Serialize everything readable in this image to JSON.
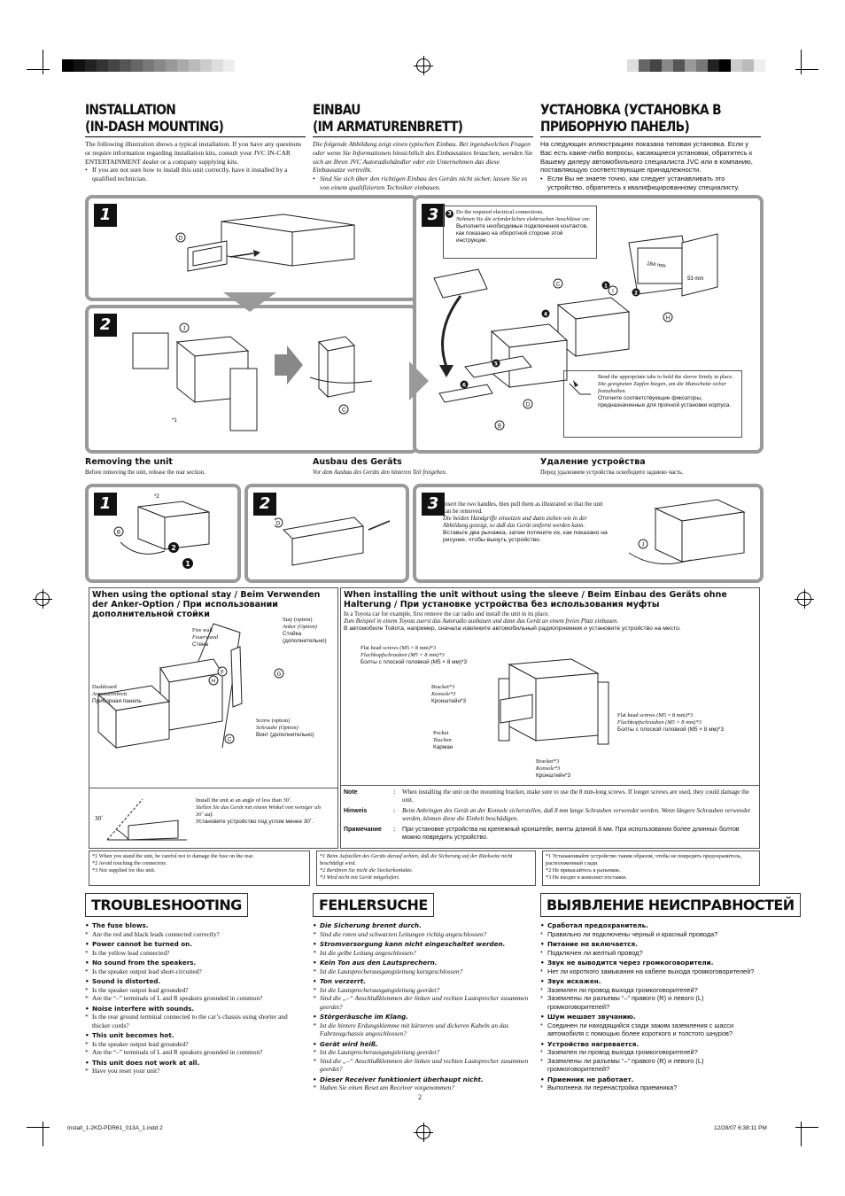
{
  "headings": {
    "en": "INSTALLATION\n(IN-DASH MOUNTING)",
    "de": "EINBAU\n(IM ARMATURENBRETT)",
    "ru": "УСТАНОВКА (УСТАНОВКА В\nПРИБОРНУЮ ПАНЕЛЬ)"
  },
  "intro": {
    "en": "The following illustration shows a typical installation. If you have any questions or require information regarding installation kits, consult your JVC IN-CAR ENTERTAINMENT dealer or a company supplying kits.",
    "en_b": "If you are not sure how to install this unit correctly, have it installed by a qualified technician.",
    "de": "Die folgende Abbildung zeigt einen typischen Einbau. Bei irgendwelchen Fragen oder wenn Sie Informationen hinsichtlich des Einbausatzes brauchen, wenden Sie sich an Ihren JVC Autoradiohändler oder ein Unternehmen das diese Einbausatze vertreibt.",
    "de_b": "Sind Sie sich über den richtigen Einbau des Geräts nicht sicher, lassen Sie es von einem qualifizierten Techniker einbauen.",
    "ru": "На следующих иллюстрациях показана типовая установка. Если у Вас есть какие-либо вопросы, касающиеся установки, обратитесь к Вашему дилеру автомобильного специалиста JVC или в компанию, поставляющую соответствующие принадлежности.",
    "ru_b": "Если Вы не знаете точно, как следует устанавливать это устройство, обратитесь к квалифицированному специалисту."
  },
  "steps": {
    "s1": "1",
    "s2": "2",
    "s3": "3"
  },
  "step3_text": {
    "en": "Do the required electrical connections.",
    "de": "Nehmen Sie die erforderlichen elektrischen Anschlüsse vor.",
    "ru": "Выполните необходимые подключения контактов, как показано на оборотной стороне этой инструкции."
  },
  "tabs_text": {
    "en": "Bend the appropriate tabs to hold the sleeve firmly in place.",
    "de": "Die geeigneten Zapfen biegen, um die Manschette sicher festzuhalten.",
    "ru": "Отогните соответствующие фиксаторы, предназначенные для прочной установки корпуса."
  },
  "dims": {
    "a": "184 mm",
    "b": "53 mm"
  },
  "labels": {
    "d": "D",
    "j": "J",
    "c": "C",
    "i": "I",
    "h": "H",
    "b": "B",
    "f": "F",
    "g": "G",
    "n1": "1",
    "n2": "2",
    "n4": "4",
    "n5": "5",
    "n6": "6",
    "st1": "*1",
    "st2": "*2"
  },
  "removing": {
    "en_h": "Removing the unit",
    "en": "Before removing the unit, release the rear section.",
    "de_h": "Ausbau des Geräts",
    "de": "Vor dem Ausbau des Geräts den hinteren Teil freigeben.",
    "ru_h": "Удаление устройства",
    "ru": "Перед удалением устройства освободите заднюю часть."
  },
  "remove3": {
    "en": "Insert the two handles, then pull them as illustrated so that the unit can be removed.",
    "de": "Die beiden Handgriffe einsetzen und dann ziehen wie in der Abbildung gezeigt, so daß das Gerät entfernt werden kann.",
    "ru": "Вставьте два рычажка, затем потяните их, как показано на рисунке, чтобы вынуть устройство."
  },
  "stay": {
    "title": "When using the optional stay / Beim Verwenden der Anker-Option / При использовании дополнительной стойки",
    "fire_en": "Fire wall",
    "fire_de": "Feuerwand",
    "fire_ru": "Стена",
    "stay_en": "Stay (option)",
    "stay_de": "Anker (Option)",
    "stay_ru": "Стойка (дополнительно)",
    "dash_en": "Dashboard",
    "dash_de": "Armaturenbrett",
    "dash_ru": "Приборная панель",
    "screw_en": "Screw (option)",
    "screw_de": "Schraube (Option)",
    "screw_ru": "Винт (дополнительно)",
    "angle_en": "Install the unit at an angle of less than 30˚.",
    "angle_de": "Stellen Sie das Gerät mit einem Winkel von weniger als 30˚ auf.",
    "angle_ru": "Установите устройство под углом менее 30˚.",
    "angle": "30˚"
  },
  "nosleeve": {
    "title": "When installing the unit without using the sleeve / Beim Einbau des Geräts ohne Halterung / При установке устройства без использования муфты",
    "en": "In a Toyota car for example, first remove the car radio and install the unit in its place.",
    "de": "Zum Beispiel in einem Toyota zuerst das Autoradio ausbauen und dann das Gerät an einem freien Platz einbauen.",
    "ru": "В автомобиле Тойота, например, сначала извлеките автомобильный радиоприемник и установите устройство на место.",
    "flat1_en": "Flat head screws (M5 × 8 mm)*3",
    "flat1_de": "Flachkopfschrauben (M5 × 8 mm)*3",
    "flat1_ru": "Болты с плоской головкой (M5 × 8 мм)*3",
    "br1_en": "Bracket*3",
    "br1_de": "Konsole*3",
    "br1_ru": "Кронштейн*3",
    "pocket_en": "Pocket",
    "pocket_de": "Taschen",
    "pocket_ru": "Карман",
    "br2_en": "Bracket*3",
    "br2_de": "Konsole*3",
    "br2_ru": "Кронштейн*3",
    "flat2_en": "Flat head screws (M5 × 8 mm)*3",
    "flat2_de": "Flachkopfschrauben (M5 × 8 mm)*3",
    "flat2_ru": "Болты с плоской головкой (M5 × 8 мм)*3"
  },
  "notes": {
    "note_l": "Note",
    "note": "When installing the unit on the mounting bracket, make sure to use the 8 mm-long screws. If longer screws are used, they could damage the unit.",
    "hin_l": "Hinweis",
    "hin": "Beim Anbringen des Gerät an der Konsole sicherstellen, daß 8 mm lange Schrauben verwendet werden. Wenn längere Schrauben verwendet werden, können diese die Einheit beschädigen.",
    "pri_l": "Примечание",
    "pri": "При установке устройства на крепежный кронштейн, винты длиной 8 мм. При использовании более длинных болтов можно повредить устройство.",
    "colon": ":"
  },
  "footnotes": {
    "en": [
      "*1  When you stand the unit, be careful not to damage the fuse on the rear.",
      "*2  Avoid touching the connectors.",
      "*3  Not supplied for this unit."
    ],
    "de": [
      "*1  Beim Aufstellen des Geräts darauf achten, daß die Sicherung auf der Rückseite nicht beschädigt wird.",
      "*2  Berühren Sie nicht die Steckerkontakte.",
      "*3  Wird nicht mit Gerät mitgeliefert."
    ],
    "ru": [
      "*1  Устанавливайте устройство таким образом, чтобы не повредить предохранитель, расположенный сзади.",
      "*2  Не прикасайтесь к разъемам.",
      "*3  Не входит в комплект поставки."
    ]
  },
  "trouble": {
    "en_h": "TROUBLESHOOTING",
    "de_h": "FEHLERSUCHE",
    "ru_h": "ВЫЯВЛЕНИЕ НЕИСПРАВНОСТЕЙ",
    "en": [
      {
        "q": "The fuse blows.",
        "a": [
          "Are the red and black leads connected correctly?"
        ]
      },
      {
        "q": "Power cannot be turned on.",
        "a": [
          "Is the yellow lead connected?"
        ]
      },
      {
        "q": "No sound from the speakers.",
        "a": [
          "Is the speaker output lead short-circuited?"
        ]
      },
      {
        "q": "Sound is distorted.",
        "a": [
          "Is the speaker output lead grounded?",
          "Are the “–” terminals of L and R speakers grounded in common?"
        ]
      },
      {
        "q": "Noise interfere with sounds.",
        "a": [
          "Is the rear ground terminal connected to the car’s chassis using shorter and thicker cords?"
        ]
      },
      {
        "q": "This unit becomes hot.",
        "a": [
          "Is the speaker output lead grounded?",
          "Are the “–” terminals of L and R speakers grounded in common?"
        ]
      },
      {
        "q": "This unit does not work at all.",
        "a": [
          "Have you reset your unit?"
        ]
      }
    ],
    "de": [
      {
        "q": "Die Sicherung brennt durch.",
        "a": [
          "Sind die roten und schwarzen Leitungen richtig angeschlossen?"
        ]
      },
      {
        "q": "Stromversorgung kann nicht eingeschaltet werden.",
        "a": [
          "Ist die gelbe Leitung angeschlossen?"
        ]
      },
      {
        "q": "Kein Ton aus den Lautsprechern.",
        "a": [
          "Ist die Lautsprecherausgangsleitung kurzgeschlossen?"
        ]
      },
      {
        "q": "Ton verzerrt.",
        "a": [
          "Ist die Lautsprecherausgangsleitung geerdet?",
          "Sind die „–“ Anschlußklemmen der linken und rechten Lautsprecher zusammen geerdet?"
        ]
      },
      {
        "q": "Störgeräusche im Klang.",
        "a": [
          "Ist die hintere Erdungsklemme mit kürzeren und dickeren Kabeln an das Fahrzeugchassis angeschlossen?"
        ]
      },
      {
        "q": "Gerät wird heiß.",
        "a": [
          "Ist die Lautsprecherausgangsleitung geerdet?",
          "Sind die „–“ Anschlußklemmen der linken und rechten Lautsprecher zusammen geerdet?"
        ]
      },
      {
        "q": "Dieser Receiver funktioniert überhaupt nicht.",
        "a": [
          "Haben Sie einen Reset am Receiver vorgenommen?"
        ]
      }
    ],
    "ru": [
      {
        "q": "Сработал предохранитель.",
        "a": [
          "Правильно ли подключены черный и красный провода?"
        ]
      },
      {
        "q": "Питание не включается.",
        "a": [
          "Подключен ли желтый провод?"
        ]
      },
      {
        "q": "Звук не выводится через громкоговорители.",
        "a": [
          "Нет ли короткого замыкания на кабеле выхода громкоговорителей?"
        ]
      },
      {
        "q": "Звук искажен.",
        "a": [
          "Заземлен ли провод выхода громкоговорителей?",
          "Заземлены ли разъемы “–” правого (R) и левого (L) громкоговорителей?"
        ]
      },
      {
        "q": "Шум мешает звучанию.",
        "a": [
          "Соединен ли находящийся сзади зажим заземления с шасси автомобиля с помощью более короткого и толстого шнуров?"
        ]
      },
      {
        "q": "Устройство нагревается.",
        "a": [
          "Заземлен ли провод выхода громкоговорителей?",
          "Заземлены ли разъемы “–” правого (R) и левого (L) громкоговорителей?"
        ]
      },
      {
        "q": "Приемник не работает.",
        "a": [
          "Выполнена ли перенастройка приемника?"
        ]
      }
    ]
  },
  "footer": {
    "page": "2",
    "file": "Install_1-2KD-PDR61_013A_1.indd   2",
    "date": "12/28/07   6:38:11 PM"
  }
}
